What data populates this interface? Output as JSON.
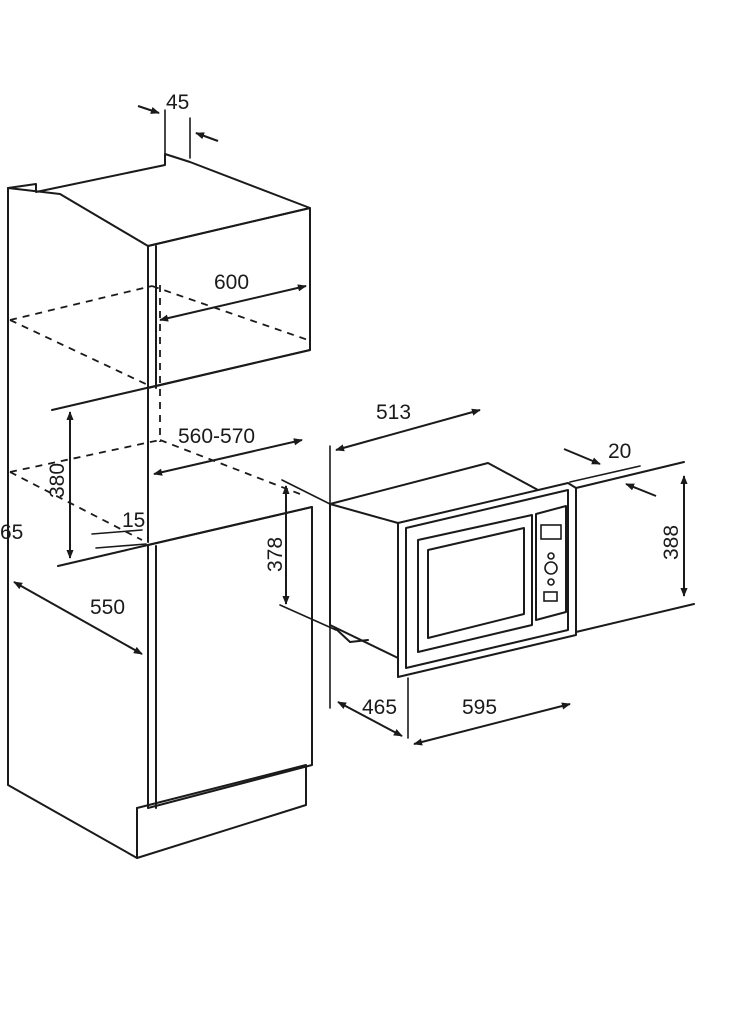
{
  "dimensions": {
    "gap_top": "45",
    "cabinet_width": "600",
    "niche_width": "560-570",
    "niche_height": "380",
    "offset_small": "15",
    "cabinet_height_partial": "65",
    "cabinet_depth": "550",
    "appliance_height_back": "378",
    "appliance_depth_body": "513",
    "frame_thickness": "20",
    "appliance_height_front": "388",
    "appliance_depth_front": "465",
    "appliance_width": "595"
  }
}
